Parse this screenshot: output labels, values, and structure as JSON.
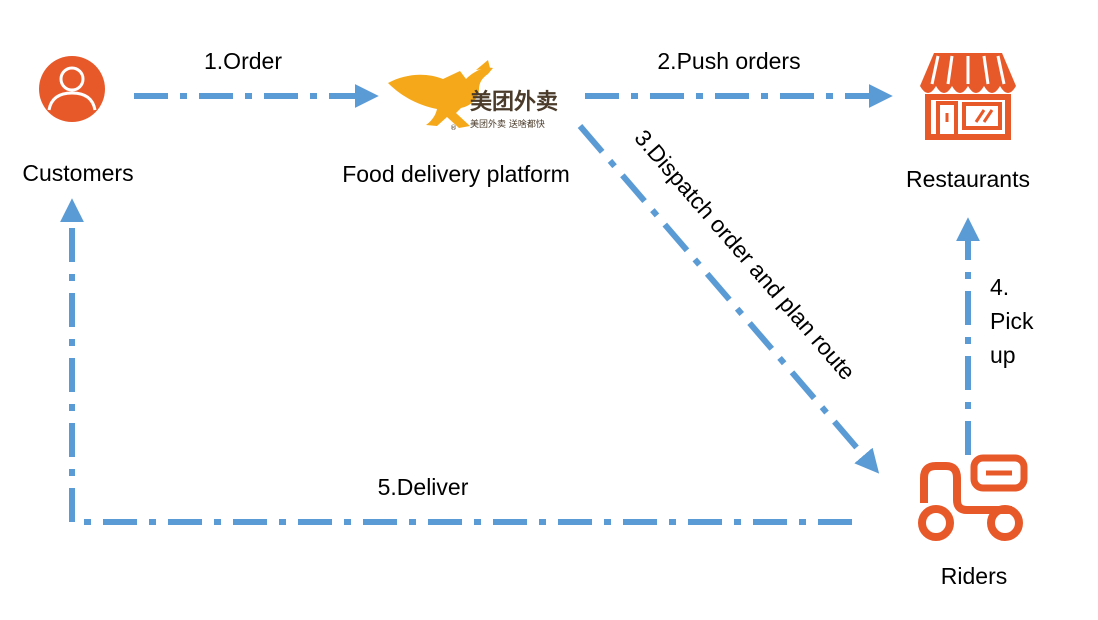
{
  "colors": {
    "flow": "#5B9BD5",
    "icon": "#E8592A",
    "kangaroo": "#F5A91A",
    "text": "#000000"
  },
  "nodes": {
    "customers": {
      "label": "Customers",
      "icon": "person-icon"
    },
    "platform": {
      "label": "Food delivery platform",
      "icon": "kangaroo-logo",
      "logo_title": "美团外卖",
      "logo_subtitle": "美团外卖 送啥都快",
      "logo_mark": "®"
    },
    "restaurants": {
      "label": "Restaurants",
      "icon": "storefront-icon"
    },
    "riders": {
      "label": "Riders",
      "icon": "scooter-icon"
    }
  },
  "edges": {
    "order": {
      "label": "1.Order"
    },
    "push": {
      "label": "2.Push orders"
    },
    "dispatch": {
      "label": "3.Dispatch order and plan route"
    },
    "pickup": {
      "label_lines": [
        "4.",
        "Pick",
        "up"
      ]
    },
    "deliver": {
      "label": "5.Deliver"
    }
  }
}
